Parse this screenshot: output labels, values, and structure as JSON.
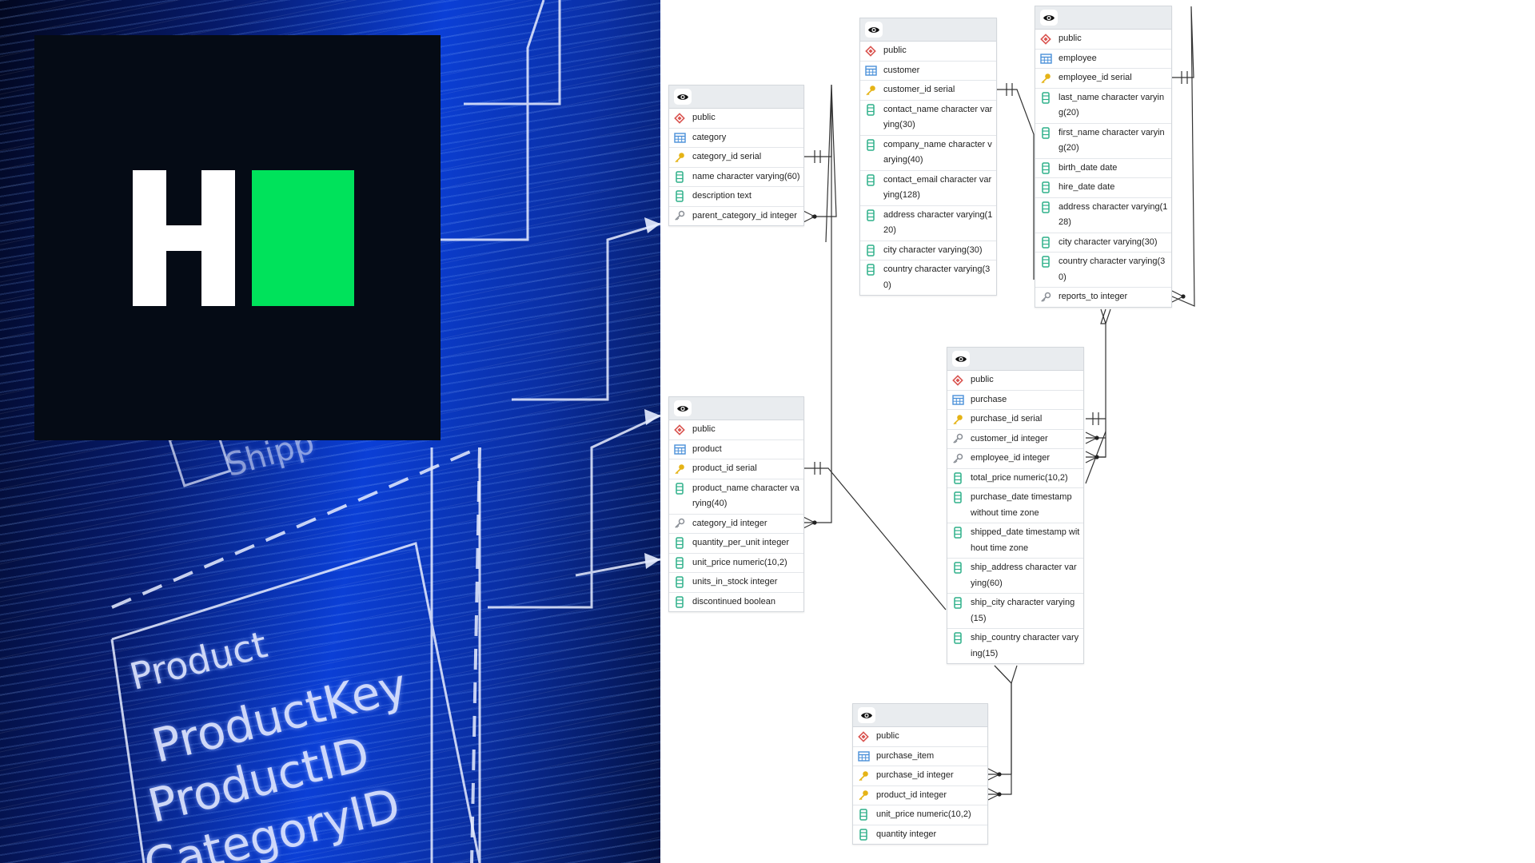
{
  "hero": {
    "background_words": [
      "Product",
      "ProductKey",
      "ProductID",
      "CategoryID",
      "Shipp"
    ],
    "logo": {
      "letter": "H",
      "card_color": "#050b15",
      "accent_color": "#00e25b"
    }
  },
  "erd": {
    "tables": {
      "category": {
        "schema": "public",
        "name": "category",
        "columns": [
          {
            "icon": "key-icon",
            "text": "category_id serial"
          },
          {
            "icon": "column-icon",
            "text": "name character varying(60)"
          },
          {
            "icon": "column-icon",
            "text": "description text"
          },
          {
            "icon": "foreign-key-icon",
            "text": "parent_category_id integer"
          }
        ]
      },
      "customer": {
        "schema": "public",
        "name": "customer",
        "columns": [
          {
            "icon": "key-icon",
            "text": "customer_id serial"
          },
          {
            "icon": "column-icon",
            "text": "contact_name character varying(30)"
          },
          {
            "icon": "column-icon",
            "text": "company_name character varying(40)"
          },
          {
            "icon": "column-icon",
            "text": "contact_email character varying(128)"
          },
          {
            "icon": "column-icon",
            "text": "address character varying(120)"
          },
          {
            "icon": "column-icon",
            "text": "city character varying(30)"
          },
          {
            "icon": "column-icon",
            "text": "country character varying(30)"
          }
        ]
      },
      "employee": {
        "schema": "public",
        "name": "employee",
        "columns": [
          {
            "icon": "key-icon",
            "text": "employee_id serial"
          },
          {
            "icon": "column-icon",
            "text": "last_name character varying(20)"
          },
          {
            "icon": "column-icon",
            "text": "first_name character varying(20)"
          },
          {
            "icon": "column-icon",
            "text": "birth_date date"
          },
          {
            "icon": "column-icon",
            "text": "hire_date date"
          },
          {
            "icon": "column-icon",
            "text": "address character varying(128)"
          },
          {
            "icon": "column-icon",
            "text": "city character varying(30)"
          },
          {
            "icon": "column-icon",
            "text": "country character varying(30)"
          },
          {
            "icon": "foreign-key-icon",
            "text": "reports_to integer"
          }
        ]
      },
      "product": {
        "schema": "public",
        "name": "product",
        "columns": [
          {
            "icon": "key-icon",
            "text": "product_id serial"
          },
          {
            "icon": "column-icon",
            "text": "product_name character varying(40)"
          },
          {
            "icon": "foreign-key-icon",
            "text": "category_id integer"
          },
          {
            "icon": "column-icon",
            "text": "quantity_per_unit integer"
          },
          {
            "icon": "column-icon",
            "text": "unit_price numeric(10,2)"
          },
          {
            "icon": "column-icon",
            "text": "units_in_stock integer"
          },
          {
            "icon": "column-icon",
            "text": "discontinued boolean"
          }
        ]
      },
      "purchase": {
        "schema": "public",
        "name": "purchase",
        "columns": [
          {
            "icon": "key-icon",
            "text": "purchase_id serial"
          },
          {
            "icon": "foreign-key-icon",
            "text": "customer_id integer"
          },
          {
            "icon": "foreign-key-icon",
            "text": "employee_id integer"
          },
          {
            "icon": "column-icon",
            "text": "total_price numeric(10,2)"
          },
          {
            "icon": "column-icon",
            "text": "purchase_date timestamp without time zone"
          },
          {
            "icon": "column-icon",
            "text": "shipped_date timestamp without time zone"
          },
          {
            "icon": "column-icon",
            "text": "ship_address character varying(60)"
          },
          {
            "icon": "column-icon",
            "text": "ship_city character varying(15)"
          },
          {
            "icon": "column-icon",
            "text": "ship_country character varying(15)"
          }
        ]
      },
      "purchase_item": {
        "schema": "public",
        "name": "purchase_item",
        "columns": [
          {
            "icon": "key-icon",
            "text": "purchase_id integer"
          },
          {
            "icon": "key-icon",
            "text": "product_id integer"
          },
          {
            "icon": "column-icon",
            "text": "unit_price numeric(10,2)"
          },
          {
            "icon": "column-icon",
            "text": "quantity integer"
          }
        ]
      }
    },
    "colors": {
      "key": "#e5b316",
      "column": "#2fb08a",
      "foreign_key": "#8a8f96",
      "schema": "#d9534f",
      "table": "#4a90d9",
      "line": "#333333"
    }
  }
}
